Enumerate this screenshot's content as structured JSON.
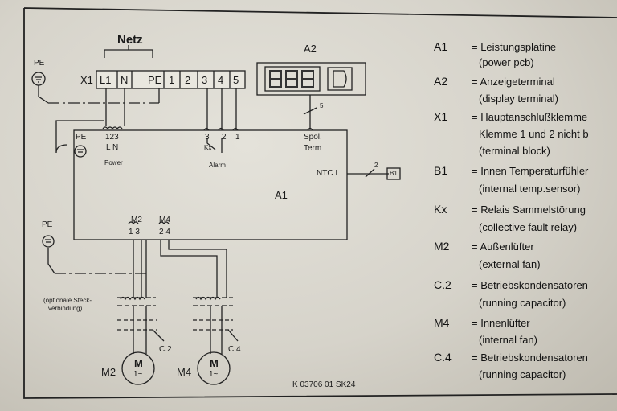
{
  "diagram": {
    "netz": "Netz",
    "x1": "X1",
    "terminals": [
      "L1",
      "N",
      "PE",
      "1",
      "2",
      "3",
      "4",
      "5"
    ],
    "pe": "PE",
    "a2": "A2",
    "display_text": "888",
    "a1": "A1",
    "power_pins": "123",
    "power_ln": "L  N",
    "power": "Power",
    "alarm_pins": [
      "3",
      "2",
      "1"
    ],
    "kx": "Kx",
    "alarm": "Alarm",
    "bus_count": "5",
    "spol": "Spol.",
    "term": "Term",
    "ntc": "NTC I",
    "ntc_count": "2",
    "b1": "B1",
    "m2": "M2",
    "m4": "M4",
    "m2_pins": "1  3",
    "m4_pins": "2  4",
    "optional_1": "(optionale Steck-",
    "optional_2": "verbindung)",
    "c2": "C.2",
    "c4": "C.4",
    "motor_m": "M",
    "motor_1": "1~",
    "doc_code": "K 03706 01 SK24"
  },
  "legend": [
    {
      "key": "A1",
      "de": "= Leistungsplatine",
      "en": "(power pcb)"
    },
    {
      "key": "A2",
      "de": "= Anzeigeterminal",
      "en": "(display terminal)"
    },
    {
      "key": "X1",
      "de": "= Hauptanschlußklemme",
      "en": "Klemme 1 und 2 nicht b"
    },
    {
      "key": "",
      "de": "",
      "en": "(terminal block)"
    },
    {
      "key": "B1",
      "de": "= Innen Temperaturfühler",
      "en": "(internal temp.sensor)"
    },
    {
      "key": "Kx",
      "de": "= Relais Sammelstörung",
      "en": "(collective fault relay)"
    },
    {
      "key": "M2",
      "de": "= Außenlüfter",
      "en": "(external fan)"
    },
    {
      "key": "C.2",
      "de": "= Betriebskondensatoren",
      "en": "(running capacitor)"
    },
    {
      "key": "M4",
      "de": "= Innenlüfter",
      "en": "(internal fan)"
    },
    {
      "key": "C.4",
      "de": "= Betriebskondensatoren",
      "en": "(running capacitor)"
    }
  ]
}
